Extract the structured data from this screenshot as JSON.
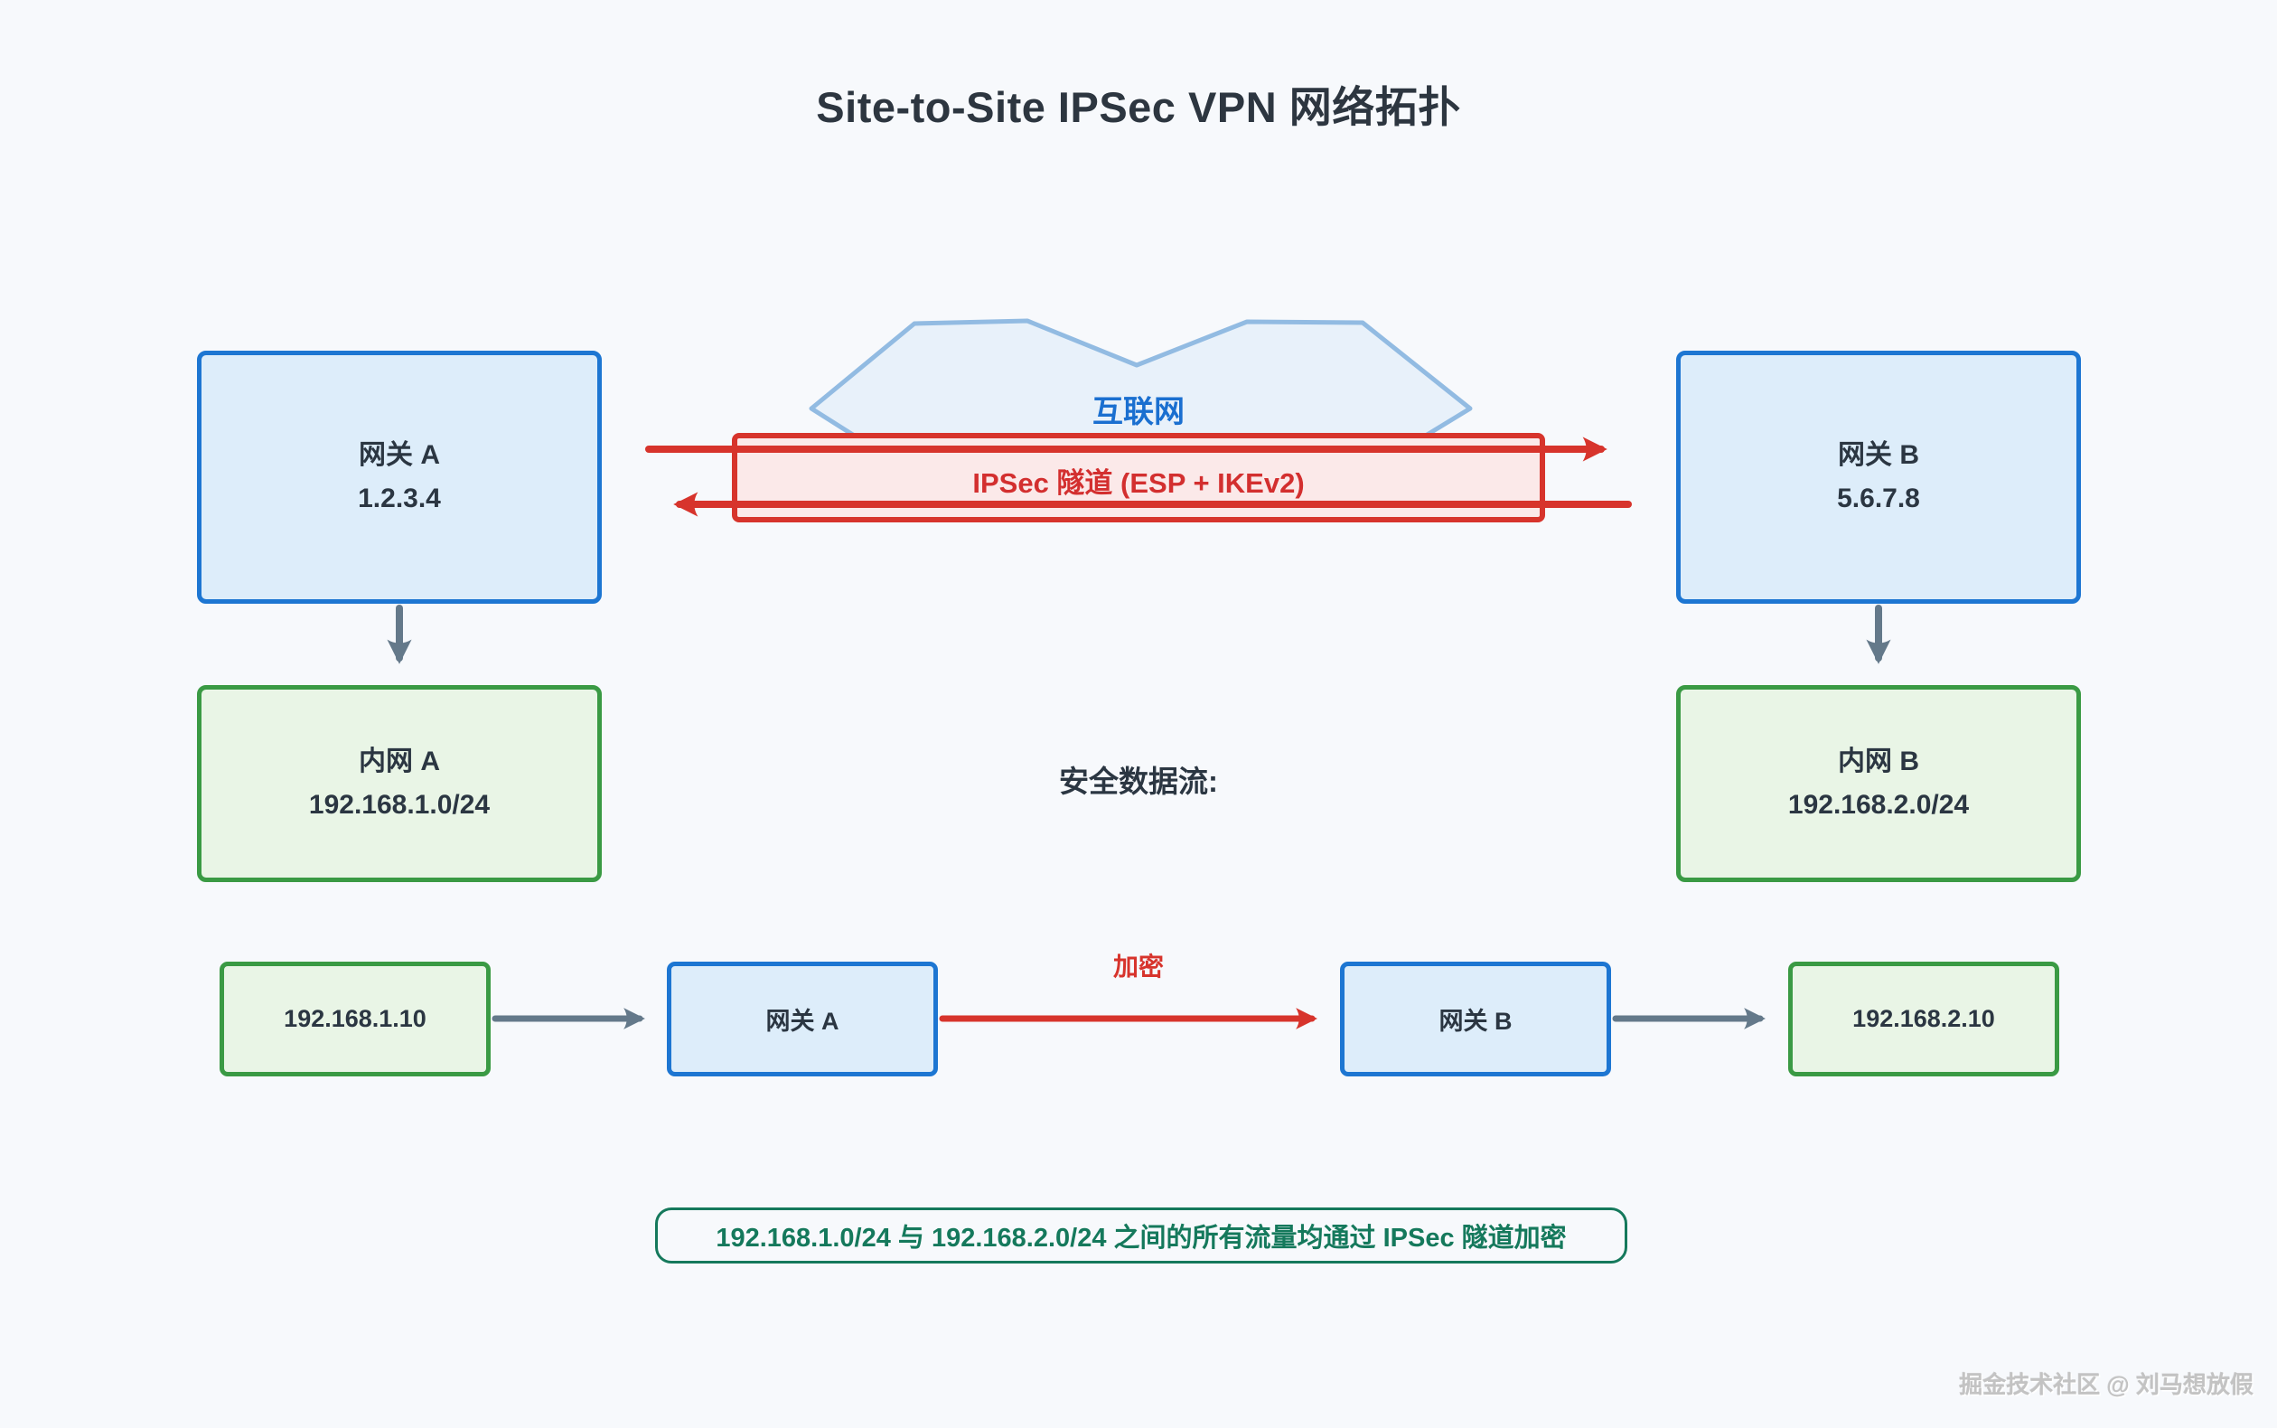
{
  "page": {
    "title": "Site-to-Site IPSec VPN 网络拓扑",
    "watermark": "掘金技术社区 @ 刘马想放假",
    "background_color": "#f7f9fc"
  },
  "colors": {
    "blue_border": "#1d76d2",
    "blue_fill": "#ddedfa",
    "green_border": "#3a9a44",
    "green_fill": "#e9f5e6",
    "red": "#d7342c",
    "tunnel_fill": "#fbe9e9",
    "teal_note": "#15795c",
    "cloud_fill": "#e8f1fa",
    "cloud_border": "#92bbe2",
    "gray_arrow": "#64798a",
    "internet_blue": "#1a6fd0",
    "dark_text": "#2b3642"
  },
  "topology": {
    "internet_label": "互联网",
    "tunnel_label": "IPSec 隧道 (ESP + IKEv2)",
    "gateway_a": {
      "name": "网关 A",
      "ip": "1.2.3.4"
    },
    "gateway_b": {
      "name": "网关 B",
      "ip": "5.6.7.8"
    },
    "lan_a": {
      "name": "内网 A",
      "cidr": "192.168.1.0/24"
    },
    "lan_b": {
      "name": "内网 B",
      "cidr": "192.168.2.0/24"
    }
  },
  "flow": {
    "heading": "安全数据流:",
    "host_a": "192.168.1.10",
    "gateway_a": "网关 A",
    "encrypted_label": "加密",
    "gateway_b": "网关 B",
    "host_b": "192.168.2.10"
  },
  "note": "192.168.1.0/24 与 192.168.2.0/24 之间的所有流量均通过 IPSec 隧道加密"
}
